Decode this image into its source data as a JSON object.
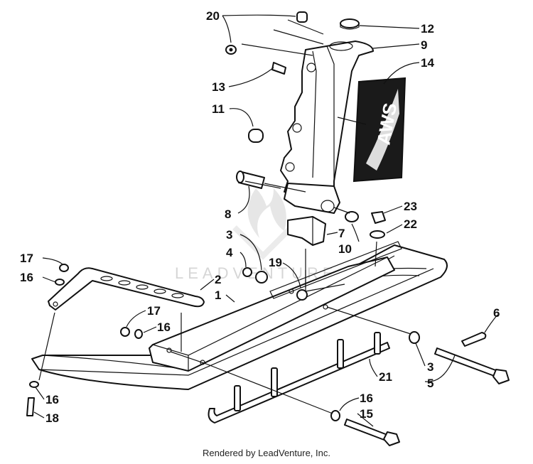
{
  "callouts": [
    {
      "id": "20",
      "text": "20"
    },
    {
      "id": "12",
      "text": "12"
    },
    {
      "id": "9",
      "text": "9"
    },
    {
      "id": "14",
      "text": "14"
    },
    {
      "id": "13",
      "text": "13"
    },
    {
      "id": "11",
      "text": "11"
    },
    {
      "id": "8",
      "text": "8"
    },
    {
      "id": "23",
      "text": "23"
    },
    {
      "id": "22",
      "text": "22"
    },
    {
      "id": "7",
      "text": "7"
    },
    {
      "id": "10",
      "text": "10"
    },
    {
      "id": "3a",
      "text": "3"
    },
    {
      "id": "4",
      "text": "4"
    },
    {
      "id": "19",
      "text": "19"
    },
    {
      "id": "17a",
      "text": "17"
    },
    {
      "id": "16a",
      "text": "16"
    },
    {
      "id": "2",
      "text": "2"
    },
    {
      "id": "1",
      "text": "1"
    },
    {
      "id": "17b",
      "text": "17"
    },
    {
      "id": "16b",
      "text": "16"
    },
    {
      "id": "6",
      "text": "6"
    },
    {
      "id": "3b",
      "text": "3"
    },
    {
      "id": "5",
      "text": "5"
    },
    {
      "id": "21",
      "text": "21"
    },
    {
      "id": "16c",
      "text": "16"
    },
    {
      "id": "16d",
      "text": "16"
    },
    {
      "id": "15",
      "text": "15"
    },
    {
      "id": "18",
      "text": "18"
    }
  ],
  "watermark": "LEADVENTURE",
  "decal_text": "AWS",
  "credit": "Rendered by LeadVenture, Inc."
}
